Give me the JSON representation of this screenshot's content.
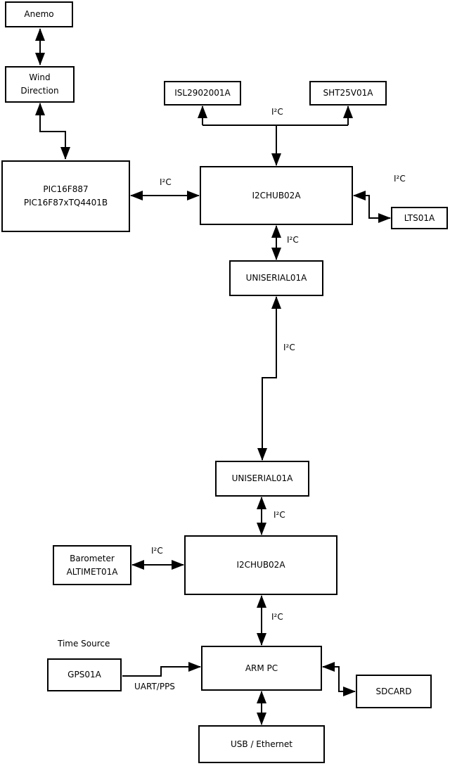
{
  "diagram": {
    "background_color": "#ffffff",
    "line_color": "#000000",
    "boxes": {
      "anemo": {
        "label": "Anemo"
      },
      "wind_direction": {
        "line1": "Wind",
        "line2": "Direction"
      },
      "pic": {
        "line1": "PIC16F887",
        "line2": "PIC16F87xTQ4401B"
      },
      "isl": {
        "label": "ISL2902001A"
      },
      "sht": {
        "label": "SHT25V01A"
      },
      "hub1": {
        "label": "I2CHUB02A"
      },
      "lts": {
        "label": "LTS01A"
      },
      "uniserial1": {
        "label": "UNISERIAL01A"
      },
      "uniserial2": {
        "label": "UNISERIAL01A"
      },
      "hub2": {
        "label": "I2CHUB02A"
      },
      "barometer": {
        "line1": "Barometer",
        "line2": "ALTIMET01A"
      },
      "gps": {
        "label": "GPS01A"
      },
      "armpc": {
        "label": "ARM PC"
      },
      "sdcard": {
        "label": "SDCARD"
      },
      "usb": {
        "label": "USB / Ethernet"
      }
    },
    "edge_labels": {
      "i2c_pic_hub1": "I²C",
      "i2c_sensors": "I²C",
      "i2c_lts": "I²C",
      "i2c_hub1_uniserial1": "I²C",
      "i2c_uniserial_link": "I²C",
      "i2c_uniserial2_hub2": "I²C",
      "i2c_barometer": "I²C",
      "i2c_hub2_armpc": "I²C",
      "time_source": "Time Source",
      "uart_pps": "UART/PPS"
    },
    "connections": [
      {
        "from": "Anemo",
        "to": "Wind Direction",
        "style": "bidirectional",
        "label": ""
      },
      {
        "from": "Wind Direction",
        "to": "PIC16F887 PIC16F87xTQ4401B",
        "style": "bidirectional",
        "label": ""
      },
      {
        "from": "PIC16F887 PIC16F87xTQ4401B",
        "to": "I2CHUB02A (upper)",
        "style": "bidirectional",
        "label": "I²C"
      },
      {
        "from": "I2CHUB02A (upper)",
        "to": "ISL2902001A",
        "style": "branch",
        "label": "I²C"
      },
      {
        "from": "I2CHUB02A (upper)",
        "to": "SHT25V01A",
        "style": "branch",
        "label": "I²C"
      },
      {
        "from": "I2CHUB02A (upper)",
        "to": "LTS01A",
        "style": "bidirectional",
        "label": "I²C"
      },
      {
        "from": "I2CHUB02A (upper)",
        "to": "UNISERIAL01A (upper)",
        "style": "bidirectional",
        "label": "I²C"
      },
      {
        "from": "UNISERIAL01A (upper)",
        "to": "UNISERIAL01A (lower)",
        "style": "bidirectional",
        "label": "I²C"
      },
      {
        "from": "UNISERIAL01A (lower)",
        "to": "I2CHUB02A (lower)",
        "style": "bidirectional",
        "label": "I²C"
      },
      {
        "from": "Barometer ALTIMET01A",
        "to": "I2CHUB02A (lower)",
        "style": "bidirectional",
        "label": "I²C"
      },
      {
        "from": "I2CHUB02A (lower)",
        "to": "ARM PC",
        "style": "bidirectional",
        "label": "I²C"
      },
      {
        "from": "GPS01A",
        "to": "ARM PC",
        "style": "directed",
        "label": "UART/PPS"
      },
      {
        "from": "ARM PC",
        "to": "SDCARD",
        "style": "bidirectional",
        "label": ""
      },
      {
        "from": "ARM PC",
        "to": "USB / Ethernet",
        "style": "bidirectional",
        "label": ""
      }
    ]
  }
}
